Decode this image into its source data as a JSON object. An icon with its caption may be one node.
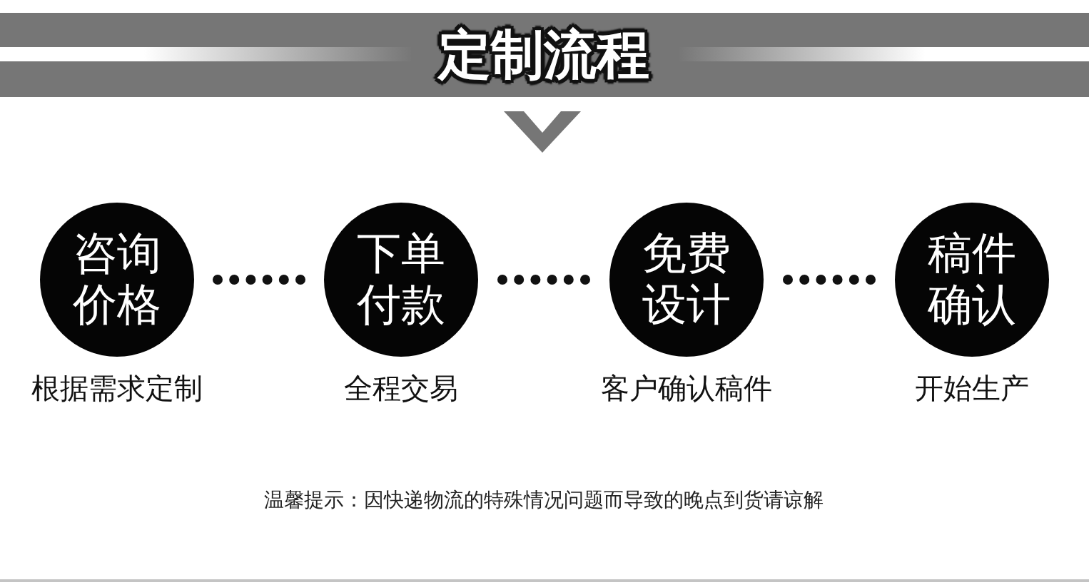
{
  "diagram": {
    "title": "定制流程",
    "nodes": [
      {
        "text": [
          "咨询价格"
        ],
        "beside": [
          "根据需求定制"
        ]
      },
      {
        "text": [
          "下单付款"
        ],
        "beside": [
          "全程交易"
        ]
      },
      {
        "text": [
          "免费设计"
        ],
        "beside": [
          "客户确认稿件"
        ]
      },
      {
        "text": [
          "稿件确认"
        ],
        "beside": [
          "开始生产"
        ]
      }
    ],
    "edges": [
      {
        "from": 0,
        "to": 1,
        "arrow": "none",
        "style": "dashed"
      },
      {
        "from": 1,
        "to": 2,
        "arrow": "none",
        "style": "dashed"
      },
      {
        "from": 2,
        "to": 3,
        "arrow": "none",
        "style": "dashed"
      }
    ],
    "labels": [
      "温馨提示：因快递物流的特殊情况问题而导致的晚点到货请谅解"
    ]
  }
}
